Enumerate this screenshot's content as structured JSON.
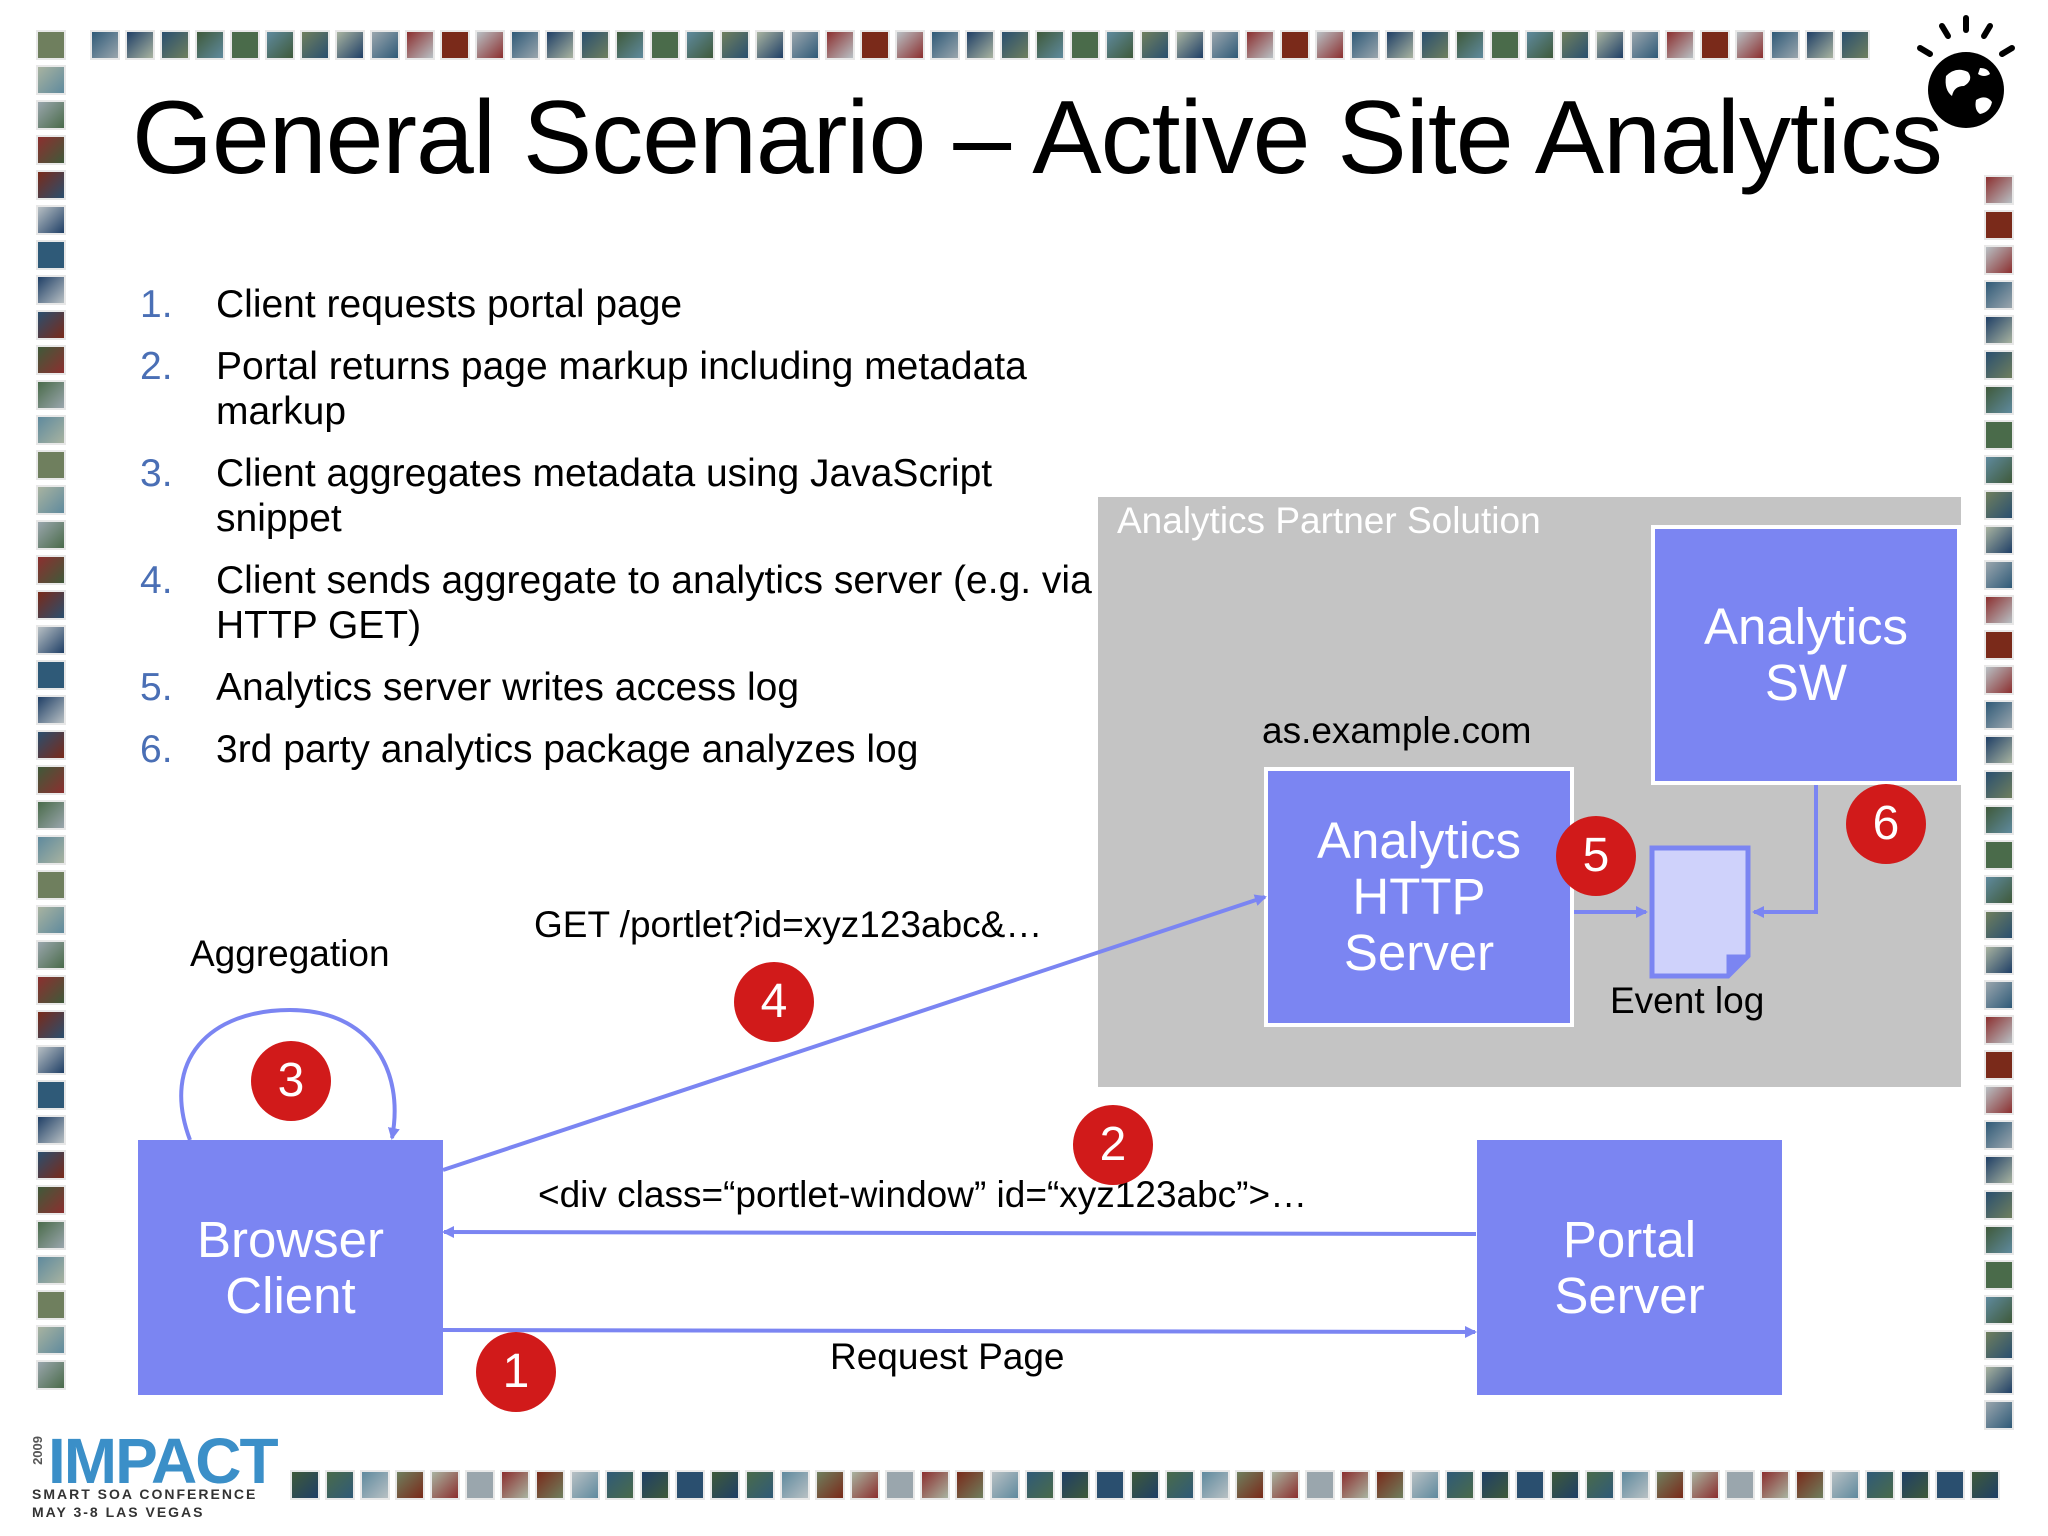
{
  "title": "General Scenario – Active Site Analytics",
  "steps": [
    {
      "num": "1.",
      "text": "Client requests portal page"
    },
    {
      "num": "2.",
      "text": "Portal returns page markup including metadata markup"
    },
    {
      "num": "3.",
      "text": "Client aggregates metadata using JavaScript snippet"
    },
    {
      "num": "4.",
      "text": "Client sends aggregate to analytics server (e.g. via HTTP GET)"
    },
    {
      "num": "5.",
      "text": "Analytics server writes access log"
    },
    {
      "num": "6.",
      "text": "3rd party analytics package analyzes log"
    }
  ],
  "diagram": {
    "partner_group_label": "Analytics Partner Solution",
    "analytics_sw": "Analytics\nSW",
    "analytics_http_server": "Analytics\nHTTP\nServer",
    "host_label": "as.example.com",
    "event_log_label": "Event log",
    "browser_client": "Browser\nClient",
    "portal_server": "Portal\nServer",
    "aggregation_label": "Aggregation",
    "get_request_label": "GET /portlet?id=xyz123abc&…",
    "markup_label": "<div class=“portlet-window” id=“xyz123abc”>…",
    "request_page_label": "Request Page",
    "badges": [
      "1",
      "2",
      "3",
      "4",
      "5",
      "6"
    ]
  },
  "logo": {
    "year": "2009",
    "word": "IMPACT",
    "line1": "SMART SOA CONFERENCE",
    "line2": "MAY 3-8  LAS VEGAS"
  },
  "colors": {
    "box_fill": "#7b85f2",
    "arrow": "#7b85f2",
    "badge": "#d11a1a",
    "partner_bg": "#c4c4c4",
    "step_number": "#4a6fb5",
    "logo": "#3b8fc8"
  }
}
